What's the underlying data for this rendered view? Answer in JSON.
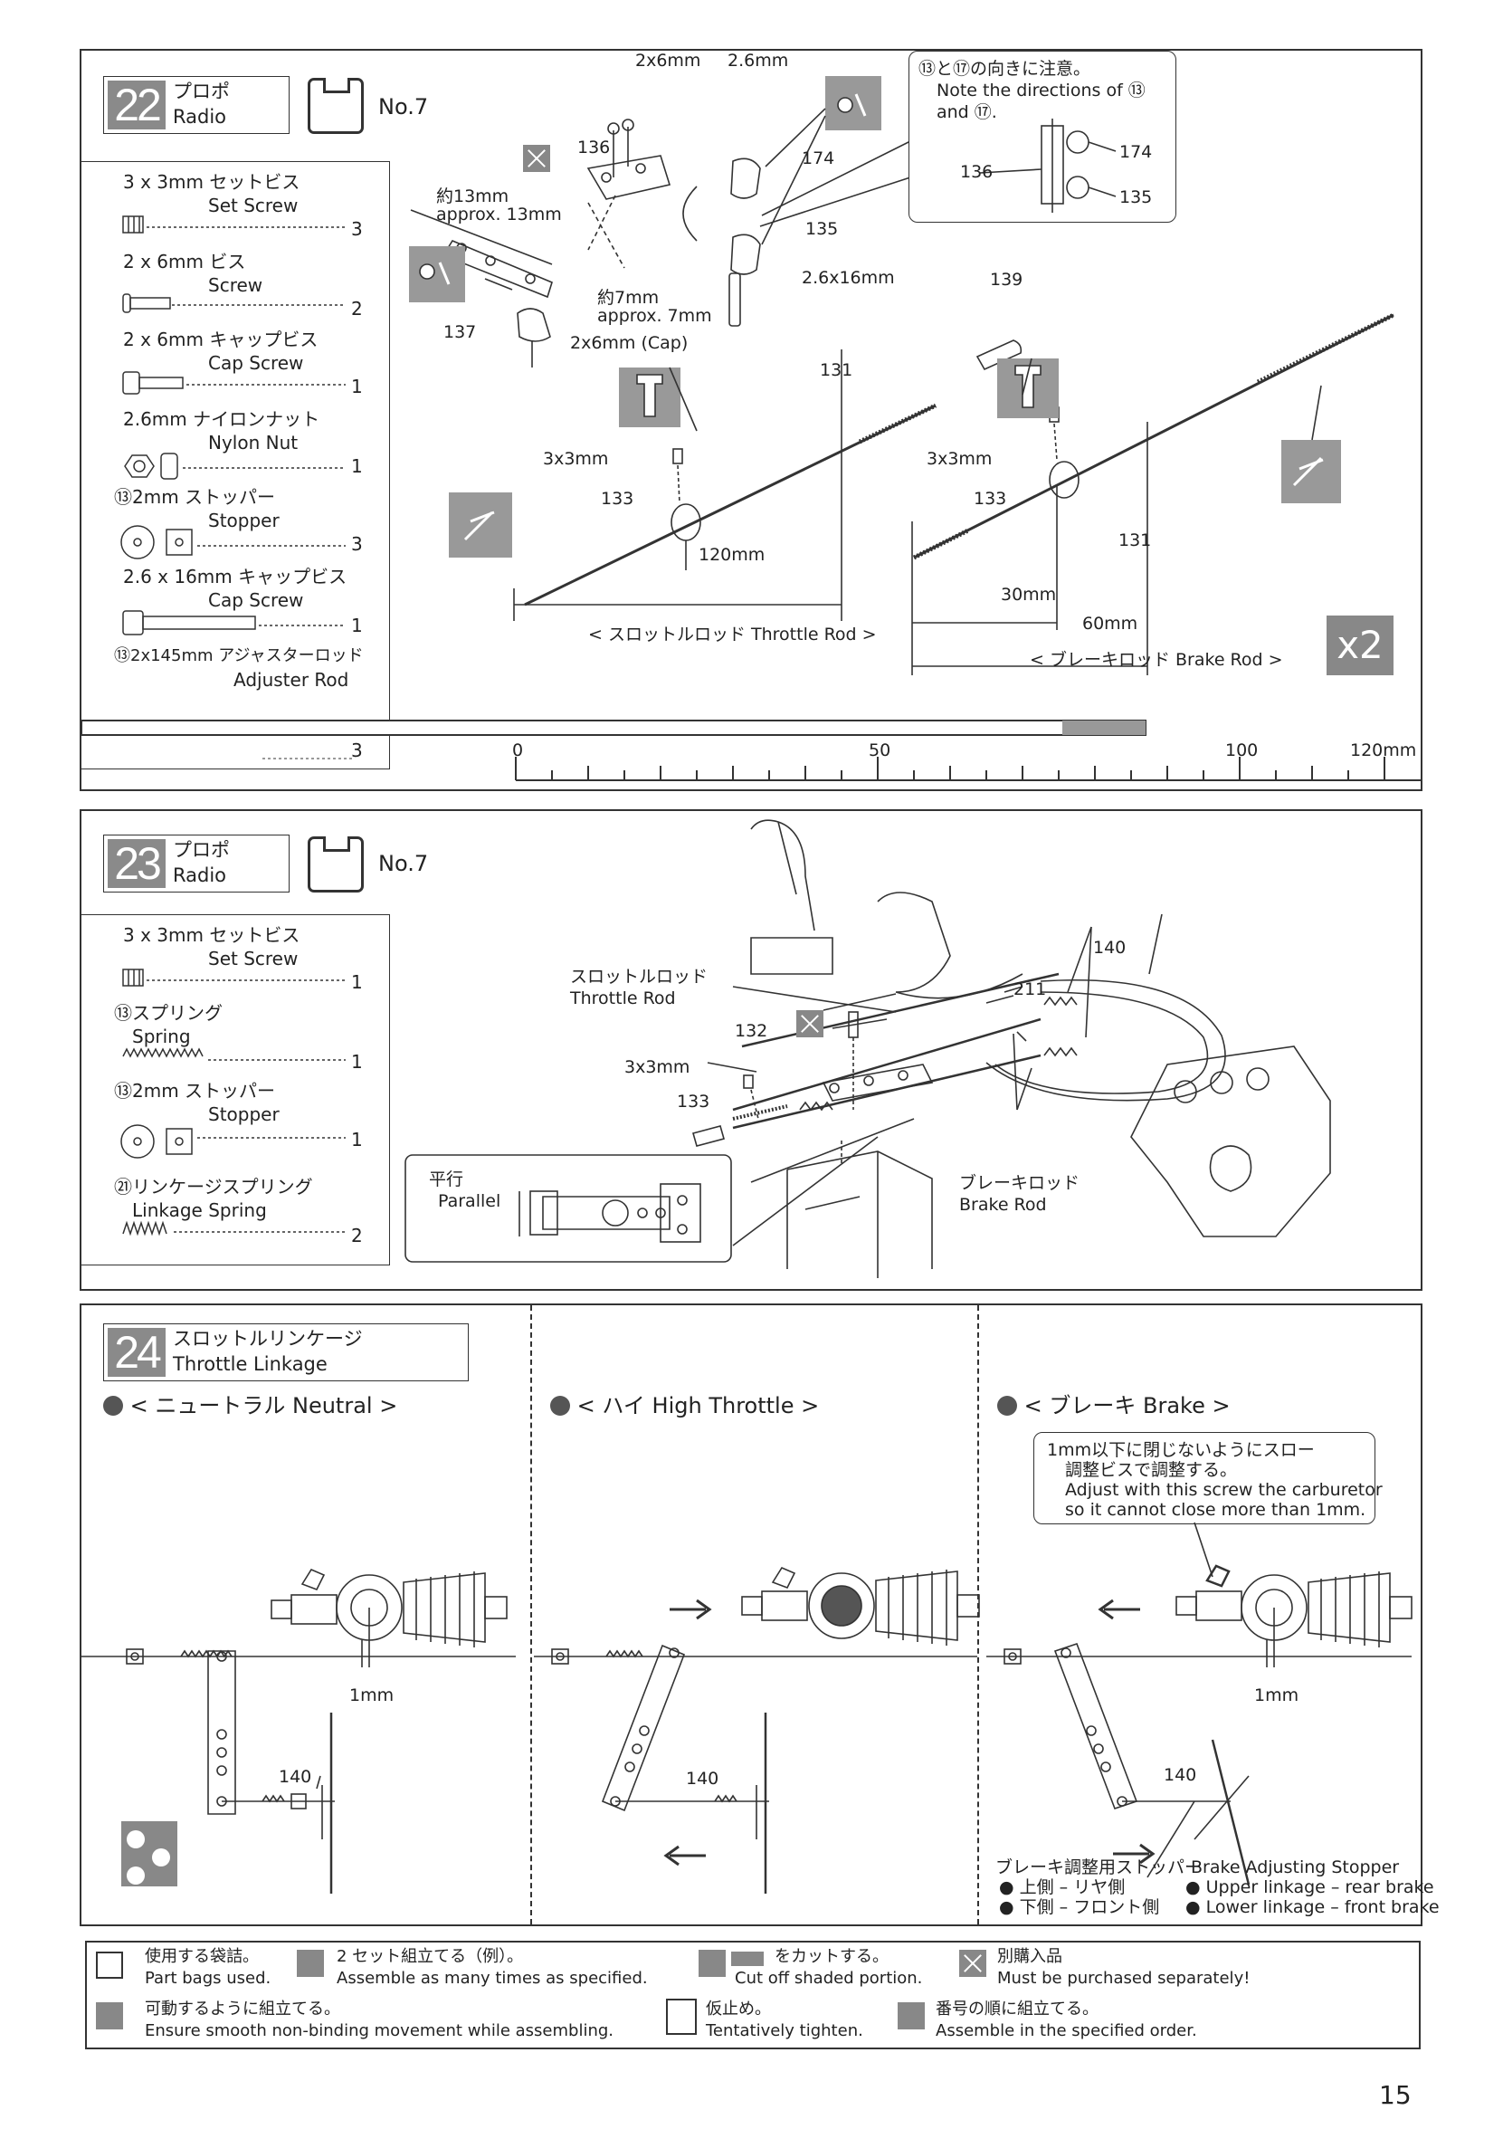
{
  "page_number": "15",
  "step22": {
    "num": "22",
    "title_jp": "プロポ",
    "title_en": "Radio",
    "bag": "No.7",
    "parts": [
      {
        "jp": "3 x 3mm  セットビス",
        "en": "Set Screw",
        "qty": "3"
      },
      {
        "jp": "2 x 6mm  ビス",
        "en": "Screw",
        "qty": "2"
      },
      {
        "jp": "2 x 6mm  キャップビス",
        "en": "Cap Screw",
        "qty": "1"
      },
      {
        "jp": "2.6mm    ナイロンナット",
        "en": "Nylon Nut",
        "qty": "1"
      },
      {
        "jp": "⑬2mm      ストッパー",
        "en": "Stopper",
        "qty": "3"
      },
      {
        "jp": "2.6 x 16mm  キャップビス",
        "en": "Cap Screw",
        "qty": "1"
      },
      {
        "jp": "⑬2x145mm アジャスターロッド",
        "en": "Adjuster Rod",
        "qty": "3"
      }
    ],
    "labels": {
      "l2x6": "2x6mm",
      "l26": "2.6mm",
      "l13jp": "約13mm",
      "l13en": "approx. 13mm",
      "l7jp": "約7mm",
      "l7en": "approx. 7mm",
      "l2616": "2.6x16mm",
      "lcap": "2x6mm (Cap)",
      "p136": "136",
      "p174": "174",
      "p135": "135",
      "p137": "137",
      "p139": "139",
      "p131a": "131",
      "p131b": "131",
      "p133a": "133",
      "p133b": "133",
      "ss1": "3x3mm",
      "ss2": "3x3mm",
      "len120": "120mm",
      "len30": "30mm",
      "len60": "60mm",
      "throttle": "< スロットルロッド   Throttle Rod >",
      "brake": "< ブレーキロッド  Brake Rod >",
      "x2": "x2"
    },
    "note": {
      "line1": "⑬と⑰の向きに注意。",
      "line2": "Note the directions of ⑬",
      "line3": "and ⑰."
    },
    "ruler": {
      "t0": "0",
      "t50": "50",
      "t100": "100",
      "t120": "120mm"
    }
  },
  "step23": {
    "num": "23",
    "title_jp": "プロポ",
    "title_en": "Radio",
    "bag": "No.7",
    "parts": [
      {
        "jp": "3 x 3mm  セットビス",
        "en": "Set Screw",
        "qty": "1"
      },
      {
        "jp": "⑬スプリング",
        "en": "Spring",
        "qty": "1"
      },
      {
        "jp": "⑬2mm      ストッパー",
        "en": "Stopper",
        "qty": "1"
      },
      {
        "jp": "㉑リンケージスプリング",
        "en": "Linkage Spring",
        "qty": "2"
      }
    ],
    "labels": {
      "throttle_jp": "スロットルロッド",
      "throttle_en": "Throttle Rod",
      "ss": "3x3mm",
      "brake_jp": "ブレーキロッド",
      "brake_en": "Brake Rod",
      "parallel_jp": "平行",
      "parallel_en": "Parallel",
      "p132": "132",
      "p133": "133",
      "p140": "140",
      "p211": "211"
    }
  },
  "step24": {
    "num": "24",
    "title_jp": "スロットルリンケージ",
    "title_en": "Throttle Linkage",
    "panels": [
      {
        "label": "< ニュートラル    Neutral >",
        "mm": "1mm",
        "part": "140"
      },
      {
        "label": "< ハイ    High Throttle >",
        "part": "140"
      },
      {
        "label": "< ブレーキ    Brake >",
        "mm": "1mm",
        "part": "140"
      }
    ],
    "note": {
      "jp1": "1mm以下に閉じないようにスロー",
      "jp2": "調整ビスで調整する。",
      "en1": "Adjust with this screw the carburetor",
      "en2": "so it cannot close more than 1mm."
    },
    "stopper": {
      "jp": "ブレーキ調整用ストッパー",
      "en": "Brake Adjusting Stopper",
      "up_jp": "上側 – リヤ側",
      "up_en": "Upper linkage – rear brake",
      "lo_jp": "下側 – フロント側",
      "lo_en": "Lower linkage – front brake"
    }
  },
  "legend": [
    {
      "jp": "使用する袋詰。",
      "en": "Part bags used."
    },
    {
      "jp": "2 セット組立てる（例）。",
      "en": "Assemble as many times as specified."
    },
    {
      "jp": "をカットする。",
      "en": "Cut off shaded portion."
    },
    {
      "jp": "別購入品",
      "en": "Must be purchased separately!"
    },
    {
      "jp": "可動するように組立てる。",
      "en": "Ensure smooth non-binding movement while assembling."
    },
    {
      "jp": "仮止め。",
      "en": "Tentatively tighten."
    },
    {
      "jp": "番号の順に組立てる。",
      "en": "Assemble in the specified order."
    }
  ]
}
